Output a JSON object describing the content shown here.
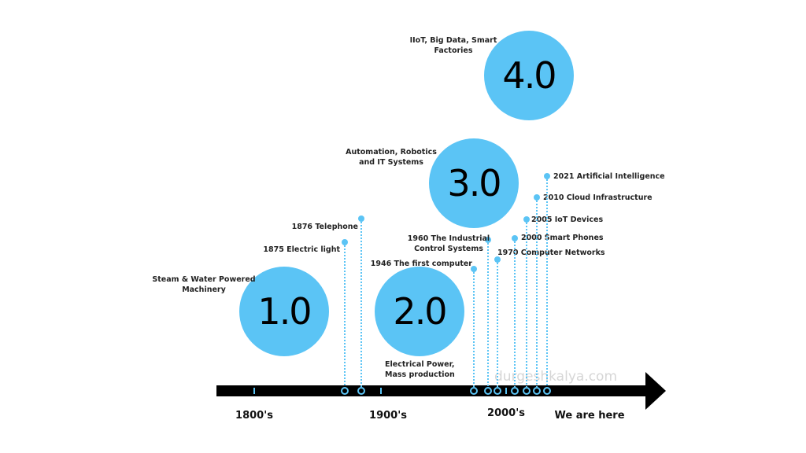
{
  "colors": {
    "accent": "#5bc4f5",
    "axis": "#000000",
    "text": "#222222",
    "watermark": "#d6d6d6"
  },
  "revolutions": [
    {
      "version": "1.0",
      "label_lines": [
        "Steam & Water Powered",
        "Machinery"
      ]
    },
    {
      "version": "2.0",
      "label_lines": [
        "Electrical Power,",
        "Mass production"
      ]
    },
    {
      "version": "3.0",
      "label_lines": [
        "Automation, Robotics",
        "and IT Systems"
      ]
    },
    {
      "version": "4.0",
      "label_lines": [
        "IIoT, Big Data, Smart",
        "Factories"
      ]
    }
  ],
  "eras": [
    "1800's",
    "1900's",
    "2000's",
    "We are here"
  ],
  "events": [
    {
      "year": 1875,
      "label_lines": [
        "1875 Electric light"
      ]
    },
    {
      "year": 1876,
      "label_lines": [
        "1876 Telephone"
      ]
    },
    {
      "year": 1946,
      "label_lines": [
        "1946 The first computer"
      ]
    },
    {
      "year": 1960,
      "label_lines": [
        "1960 The Industrial",
        "Control Systems"
      ]
    },
    {
      "year": 1970,
      "label_lines": [
        "1970 Computer Networks"
      ]
    },
    {
      "year": 2000,
      "label_lines": [
        "2000 Smart Phones"
      ]
    },
    {
      "year": 2005,
      "label_lines": [
        "2005 IoT Devices"
      ]
    },
    {
      "year": 2010,
      "label_lines": [
        "2010 Cloud Infrastructure"
      ]
    },
    {
      "year": 2021,
      "label_lines": [
        "2021 Artificial Intelligence"
      ]
    }
  ],
  "watermark": "durgeshkalya.com"
}
